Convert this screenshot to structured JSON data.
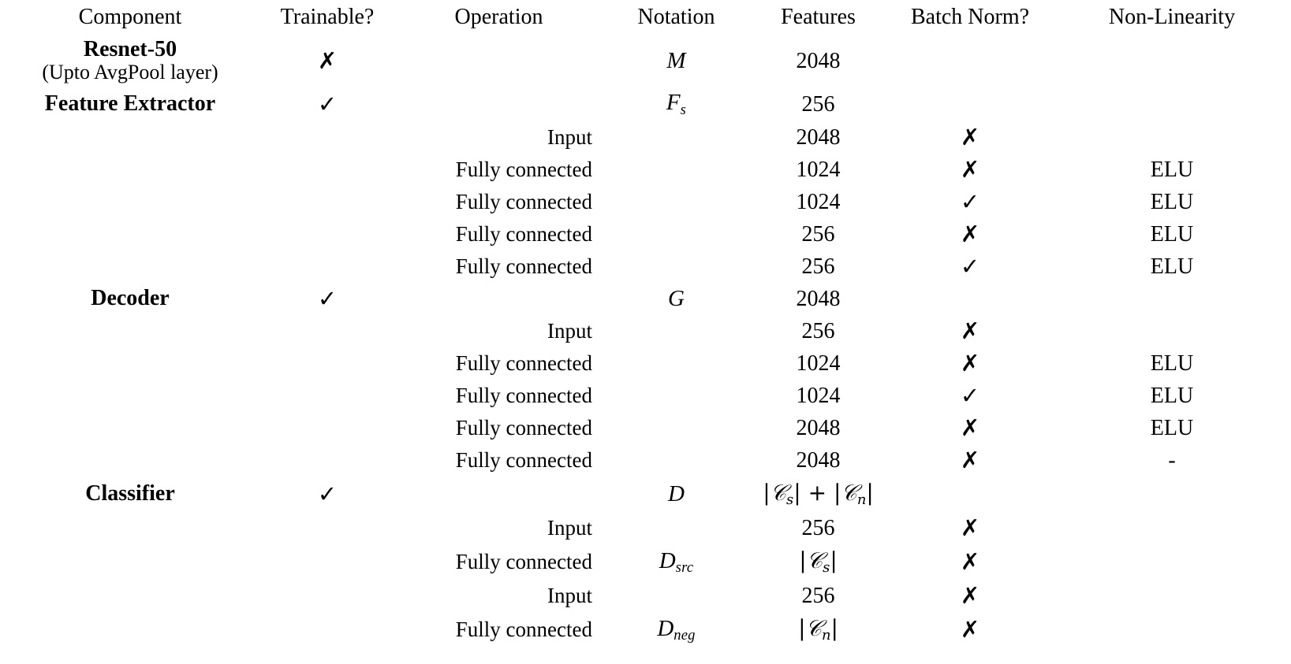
{
  "table": {
    "headers": [
      "Component",
      "Trainable?",
      "Operation",
      "Notation",
      "Features",
      "Batch Norm?",
      "Non-Linearity"
    ],
    "marks": {
      "yes": "✓",
      "no": "✗",
      "none": "-"
    },
    "sections": [
      {
        "id": "resnet50",
        "header_row": {
          "component_main": "Resnet-50",
          "component_sub": "(Upto AvgPool layer)",
          "trainable": "✗",
          "operation": "",
          "notation": "M",
          "notation_sub": "",
          "features": "2048",
          "batch_norm": "",
          "non_linearity": ""
        },
        "rows": []
      },
      {
        "id": "feature-extractor",
        "header_row": {
          "component_main": "Feature Extractor",
          "component_sub": "",
          "trainable": "✓",
          "operation": "",
          "notation": "F",
          "notation_sub": "s",
          "features": "256",
          "batch_norm": "",
          "non_linearity": ""
        },
        "rows": [
          {
            "operation": "Input",
            "notation": "",
            "notation_sub": "",
            "features": "2048",
            "batch_norm": "✗",
            "non_linearity": ""
          },
          {
            "operation": "Fully connected",
            "notation": "",
            "notation_sub": "",
            "features": "1024",
            "batch_norm": "✗",
            "non_linearity": "ELU"
          },
          {
            "operation": "Fully connected",
            "notation": "",
            "notation_sub": "",
            "features": "1024",
            "batch_norm": "✓",
            "non_linearity": "ELU"
          },
          {
            "operation": "Fully connected",
            "notation": "",
            "notation_sub": "",
            "features": "256",
            "batch_norm": "✗",
            "non_linearity": "ELU"
          },
          {
            "operation": "Fully connected",
            "notation": "",
            "notation_sub": "",
            "features": "256",
            "batch_norm": "✓",
            "non_linearity": "ELU"
          }
        ]
      },
      {
        "id": "decoder",
        "header_row": {
          "component_main": "Decoder",
          "component_sub": "",
          "trainable": "✓",
          "operation": "",
          "notation": "G",
          "notation_sub": "",
          "features": "2048",
          "batch_norm": "",
          "non_linearity": ""
        },
        "rows": [
          {
            "operation": "Input",
            "notation": "",
            "notation_sub": "",
            "features": "256",
            "batch_norm": "✗",
            "non_linearity": ""
          },
          {
            "operation": "Fully connected",
            "notation": "",
            "notation_sub": "",
            "features": "1024",
            "batch_norm": "✗",
            "non_linearity": "ELU"
          },
          {
            "operation": "Fully connected",
            "notation": "",
            "notation_sub": "",
            "features": "1024",
            "batch_norm": "✓",
            "non_linearity": "ELU"
          },
          {
            "operation": "Fully connected",
            "notation": "",
            "notation_sub": "",
            "features": "2048",
            "batch_norm": "✗",
            "non_linearity": "ELU"
          },
          {
            "operation": "Fully connected",
            "notation": "",
            "notation_sub": "",
            "features": "2048",
            "batch_norm": "✗",
            "non_linearity": "-"
          }
        ]
      },
      {
        "id": "classifier",
        "header_row": {
          "component_main": "Classifier",
          "component_sub": "",
          "trainable": "✓",
          "operation": "",
          "notation": "D",
          "notation_sub": "",
          "features": "|𝒞ₛ| + |𝒞ₙ|",
          "features_parts": {
            "a": "C",
            "a_sub": "s",
            "op": "+",
            "b": "C",
            "b_sub": "n"
          },
          "batch_norm": "",
          "non_linearity": ""
        },
        "rows": [
          {
            "operation": "Input",
            "notation": "",
            "notation_sub": "",
            "features": "256",
            "batch_norm": "✗",
            "non_linearity": ""
          },
          {
            "operation": "Fully connected",
            "notation": "D",
            "notation_sub": "src",
            "features": "|C_s|",
            "batch_norm": "✗",
            "non_linearity": ""
          }
        ]
      },
      {
        "id": "classifier-neg",
        "header_row": null,
        "rows": [
          {
            "operation": "Input",
            "notation": "",
            "notation_sub": "",
            "features": "256",
            "batch_norm": "✗",
            "non_linearity": ""
          },
          {
            "operation": "Fully connected",
            "notation": "D",
            "notation_sub": "neg",
            "features": "|C_n|",
            "batch_norm": "✗",
            "non_linearity": ""
          }
        ]
      }
    ]
  }
}
